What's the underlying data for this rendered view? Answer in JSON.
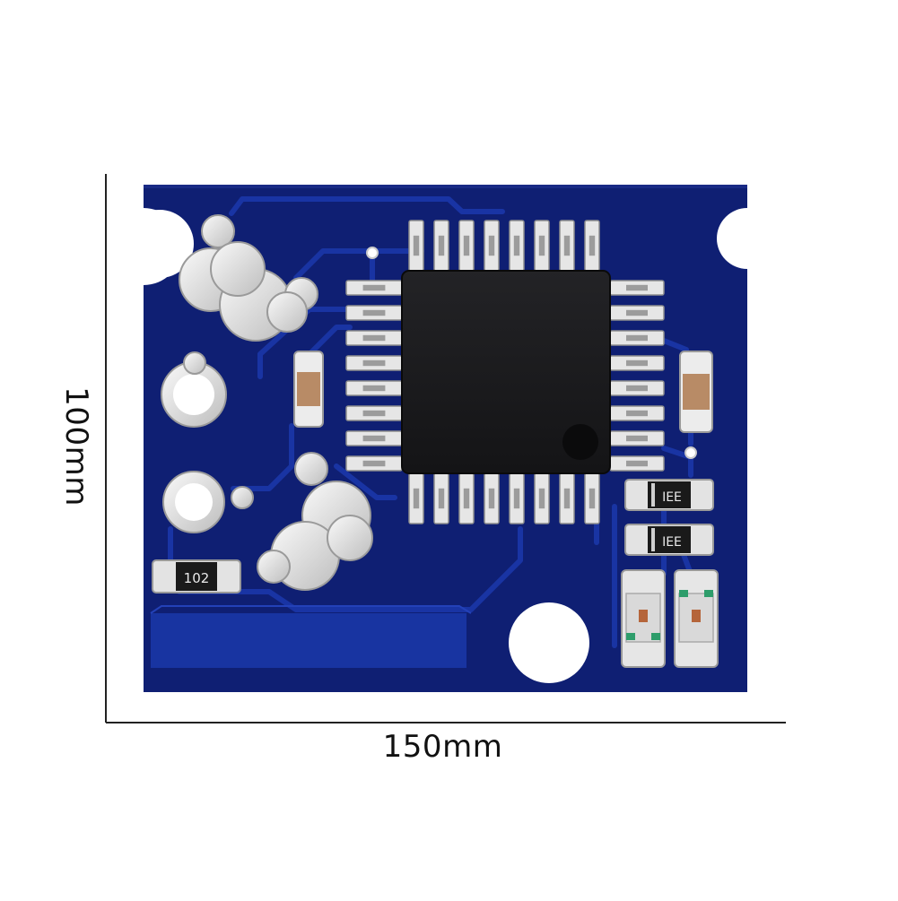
{
  "dimensions": {
    "width_label": "150mm",
    "height_label": "100mm"
  },
  "components": {
    "resistor_label": "102",
    "diode_labels": [
      "IEE",
      "IEE"
    ]
  },
  "colors": {
    "board": "#0f1f73",
    "board_trace": "#16319c",
    "pad_silver": "#e4e4e4",
    "chip_black": "#1b1b1d",
    "axis_line": "#222222"
  }
}
